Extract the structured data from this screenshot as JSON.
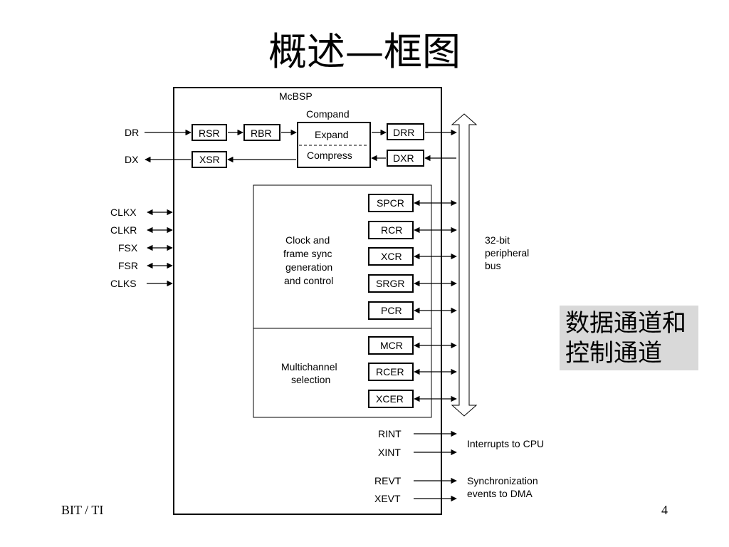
{
  "title": "概述—框图",
  "callout": {
    "line1": "数据通道和",
    "line2": "控制通道"
  },
  "footer": {
    "left": "BIT / TI",
    "page": "4"
  },
  "diagram": {
    "main_label": "McBSP",
    "compand_label": "Compand",
    "expand_label": "Expand",
    "compress_label": "Compress",
    "registers": {
      "rsr": "RSR",
      "rbr": "RBR",
      "xsr": "XSR",
      "drr": "DRR",
      "dxr": "DXR",
      "spcr": "SPCR",
      "rcr": "RCR",
      "xcr": "XCR",
      "srgr": "SRGR",
      "pcr": "PCR",
      "mcr": "MCR",
      "rcer": "RCER",
      "xcer": "XCER"
    },
    "pins": {
      "dr": "DR",
      "dx": "DX",
      "clkx": "CLKX",
      "clkr": "CLKR",
      "fsx": "FSX",
      "fsr": "FSR",
      "clks": "CLKS"
    },
    "clock_label": [
      "Clock and",
      "frame sync",
      "generation",
      "and control"
    ],
    "multichannel_label": [
      "Multichannel",
      "selection"
    ],
    "bus_label": [
      "32-bit",
      "peripheral",
      "bus"
    ],
    "signals": {
      "rint": "RINT",
      "xint": "XINT",
      "revt": "REVT",
      "xevt": "XEVT"
    },
    "interrupts_label": "Interrupts to CPU",
    "sync_label": [
      "Synchronization",
      "events to DMA"
    ]
  }
}
